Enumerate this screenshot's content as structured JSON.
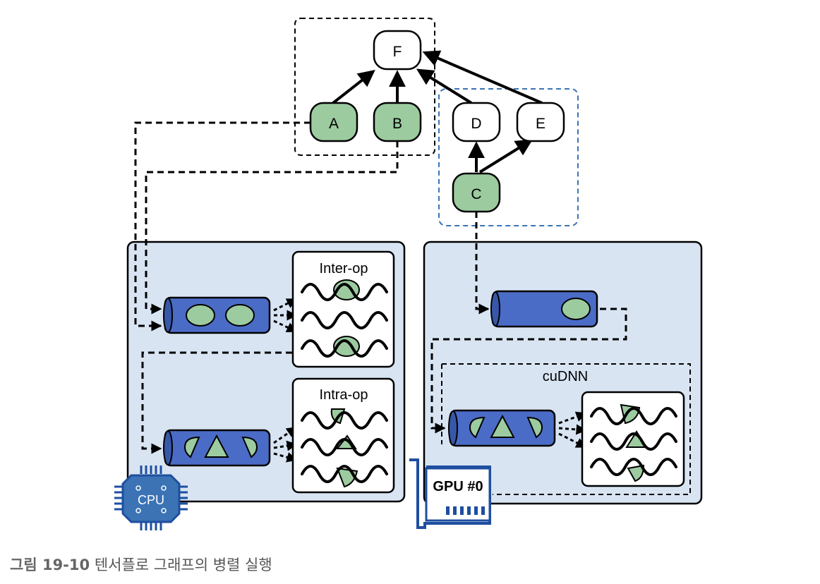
{
  "graph": {
    "nodes": {
      "F": "F",
      "A": "A",
      "B": "B",
      "D": "D",
      "E": "E",
      "C": "C"
    }
  },
  "cpu_panel": {
    "inter_op_label": "Inter-op",
    "intra_op_label": "Intra-op",
    "chip_label": "CPU"
  },
  "gpu_panel": {
    "cudnn_label": "cuDNN",
    "card_label": "GPU #0"
  },
  "caption": {
    "number": "그림 19-10",
    "text": "텐서플로 그래프의 병렬 실행"
  },
  "colors": {
    "node_green": "#9ccba0",
    "panel_blue": "#d8e4f2",
    "queue_blue": "#4a6cc6",
    "dashed_blue": "#3b73b5"
  }
}
